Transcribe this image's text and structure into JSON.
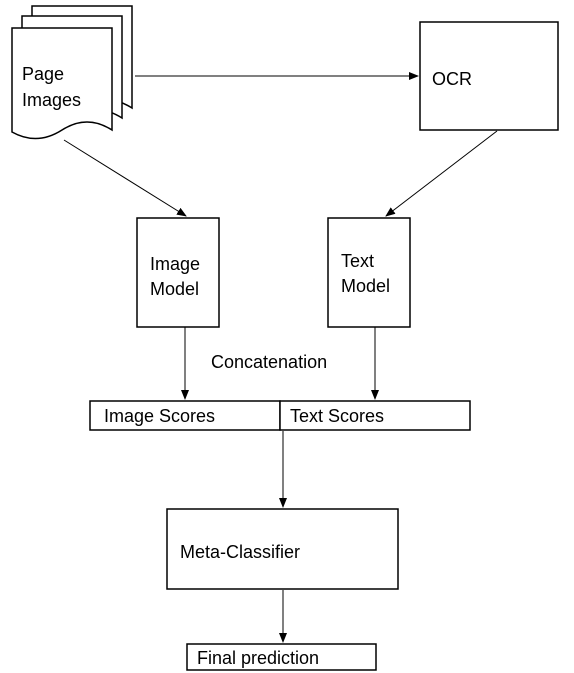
{
  "nodes": {
    "page_images": {
      "line1": "Page",
      "line2": "Images"
    },
    "ocr": {
      "label": "OCR"
    },
    "image_model": {
      "line1": "Image",
      "line2": "Model"
    },
    "text_model": {
      "line1": "Text",
      "line2": "Model"
    },
    "image_scores": {
      "label": "Image Scores"
    },
    "text_scores": {
      "label": "Text Scores"
    },
    "meta_classifier": {
      "label": "Meta-Classifier"
    },
    "final_prediction": {
      "label": "Final prediction"
    }
  },
  "annotations": {
    "concatenation": "Concatenation"
  },
  "edges": [
    {
      "from": "page_images",
      "to": "ocr"
    },
    {
      "from": "page_images",
      "to": "image_model"
    },
    {
      "from": "ocr",
      "to": "text_model"
    },
    {
      "from": "image_model",
      "to": "image_scores"
    },
    {
      "from": "text_model",
      "to": "text_scores"
    },
    {
      "from": "image_scores",
      "to": "meta_classifier"
    },
    {
      "from": "meta_classifier",
      "to": "final_prediction"
    }
  ],
  "colors": {
    "stroke": "#000000",
    "fill": "#ffffff",
    "text": "#000000"
  }
}
